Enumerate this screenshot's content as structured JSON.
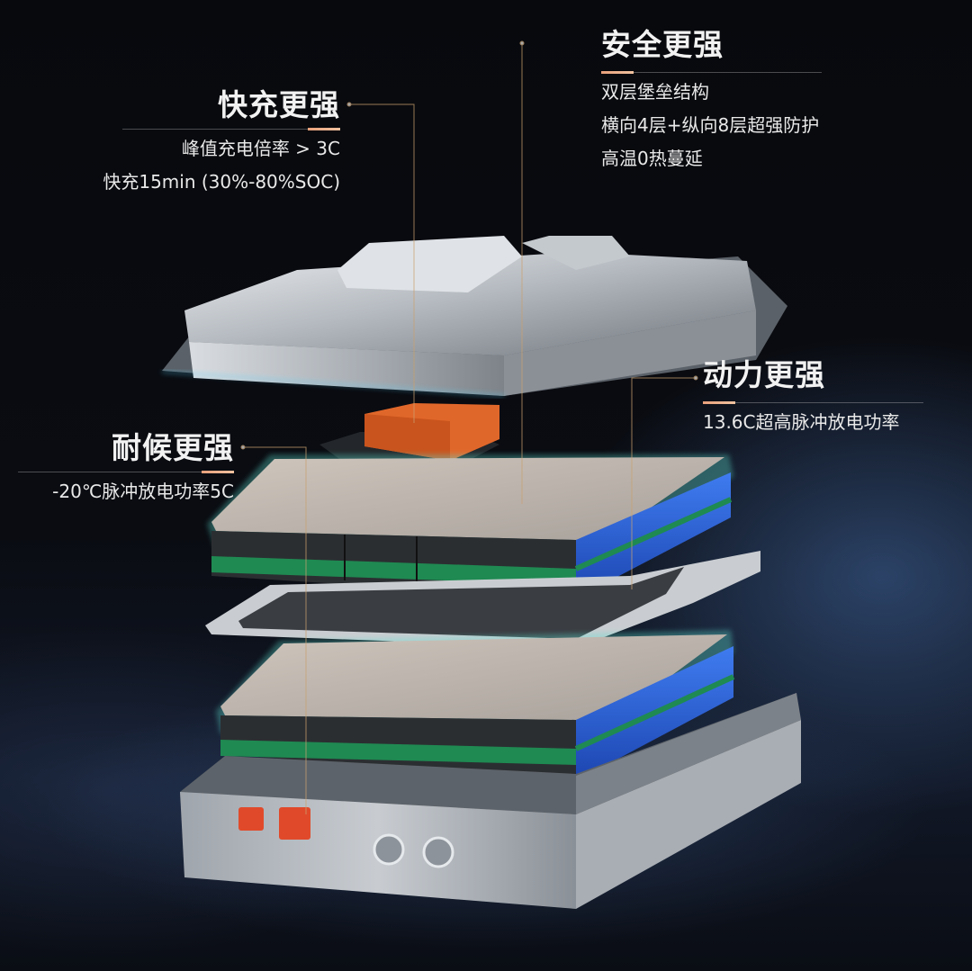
{
  "callouts": {
    "safety": {
      "title": "安全更强",
      "lines": [
        "双层堡垒结构",
        "横向4层+纵向8层超强防护",
        "高温0热蔓延"
      ]
    },
    "fast_charge": {
      "title": "快充更强",
      "lines": [
        "峰值充电倍率 > 3C",
        "快充15min (30%-80%SOC)"
      ]
    },
    "power": {
      "title": "动力更强",
      "lines": [
        "13.6C超高脉冲放电功率"
      ]
    },
    "weather": {
      "title": "耐候更强",
      "lines": [
        "-20℃脉冲放电功率5C"
      ]
    }
  },
  "colors": {
    "background": "#07080c",
    "accent_line": "#e8a07a",
    "module_glow": "#5fe0d0",
    "cell_blue": "#2a5fd8",
    "connector_orange": "#e0672a",
    "connector_red": "#e04a2a"
  },
  "illustration": {
    "parts": [
      "upper-cover",
      "bms-orange-module",
      "upper-cell-layer",
      "middle-tray",
      "lower-cell-layer",
      "lower-housing"
    ]
  }
}
